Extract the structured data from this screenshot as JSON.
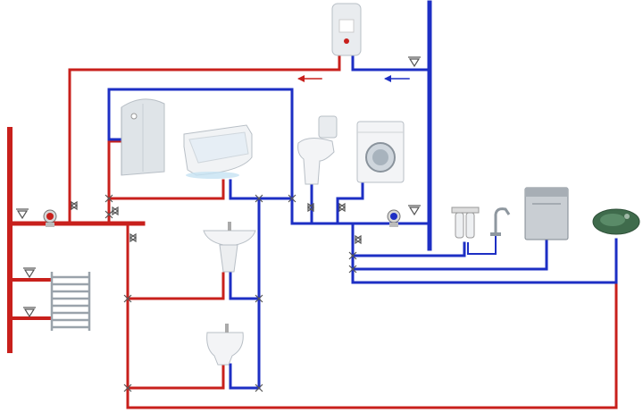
{
  "colors": {
    "hot": "#c8201c",
    "cold": "#1d2fc4",
    "fixture": "#e9ecef",
    "fixture_shade": "#b8bfc6",
    "valve": "#555555",
    "steel": "#9aa3ab",
    "sink_green": "#3f6b4c"
  },
  "fixtures": [
    {
      "name": "water-heater",
      "icon": "boiler-icon"
    },
    {
      "name": "shower-cabin",
      "icon": "shower-cabin-icon"
    },
    {
      "name": "bathtub",
      "icon": "bathtub-icon"
    },
    {
      "name": "toilet",
      "icon": "toilet-icon"
    },
    {
      "name": "washing-machine",
      "icon": "washing-machine-icon"
    },
    {
      "name": "washbasin",
      "icon": "washbasin-icon"
    },
    {
      "name": "bidet",
      "icon": "bidet-icon"
    },
    {
      "name": "water-filter",
      "icon": "filter-icon"
    },
    {
      "name": "kitchen-faucet",
      "icon": "faucet-icon"
    },
    {
      "name": "dishwasher",
      "icon": "dishwasher-icon"
    },
    {
      "name": "kitchen-sink",
      "icon": "kitchen-sink-icon"
    },
    {
      "name": "towel-dryer",
      "icon": "towel-radiator-icon"
    }
  ]
}
